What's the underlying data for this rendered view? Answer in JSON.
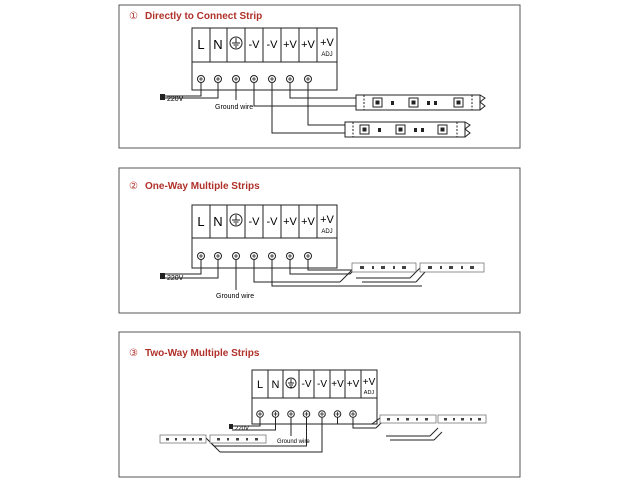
{
  "panels": [
    {
      "number": "①",
      "title": "Directly to Connect Strip",
      "mains_label": "220V",
      "ground_label": "Ground wire"
    },
    {
      "number": "②",
      "title": "One-Way Multiple Strips",
      "mains_label": "220V",
      "ground_label": "Ground wire"
    },
    {
      "number": "③",
      "title": "Two-Way Multiple Strips",
      "mains_label": "220V",
      "ground_label": "Ground wire"
    }
  ],
  "terminal_block": {
    "labels": [
      "L",
      "N",
      "⏚",
      "-V",
      "-V",
      "+V",
      "+V",
      "+V"
    ],
    "adj_label": "ADJ"
  },
  "colors": {
    "title": "#b0302a",
    "line": "#222222",
    "frame": "#555555"
  }
}
